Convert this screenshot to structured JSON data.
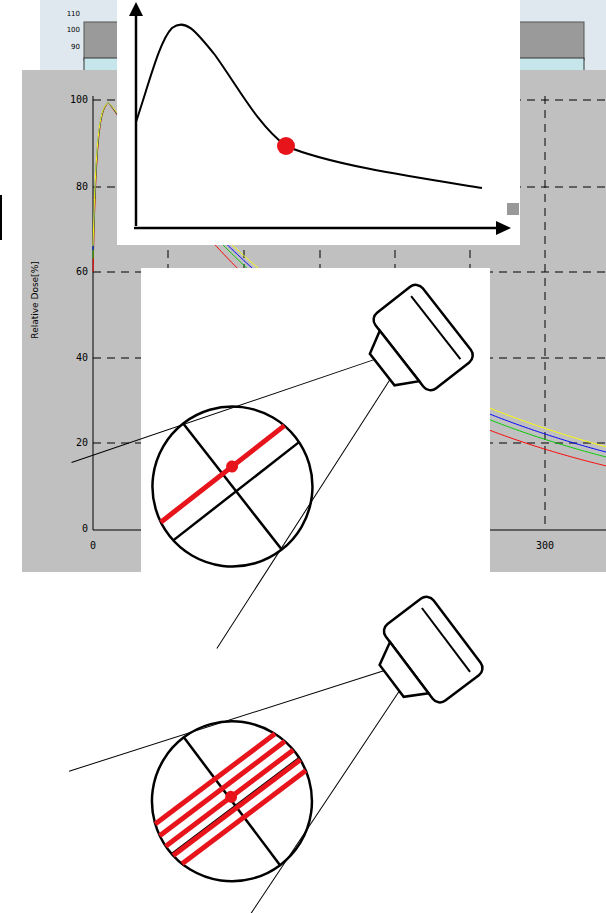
{
  "diagram": {
    "labels": [
      "110",
      "100",
      "90",
      "100",
      "80",
      "60",
      "40",
      "20",
      "0",
      "Relative Dose[%]",
      "0",
      "300"
    ]
  }
}
